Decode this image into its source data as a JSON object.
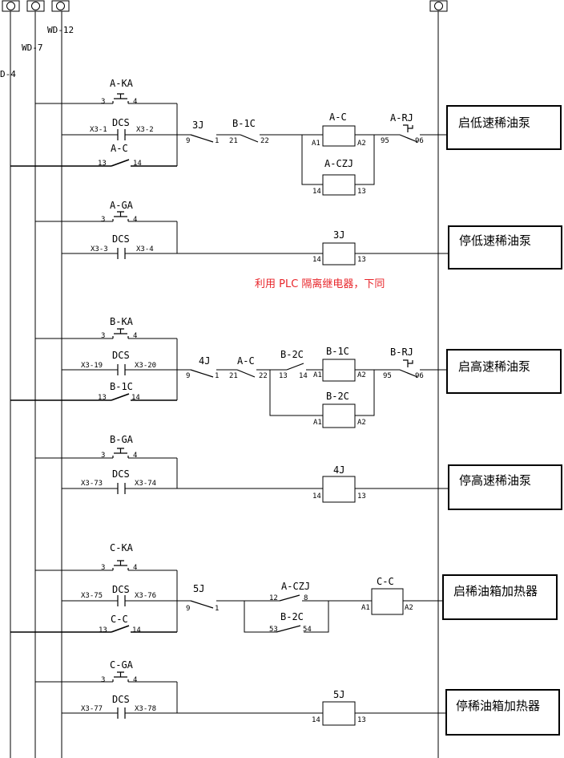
{
  "bus_labels": {
    "wd12": "WD-12",
    "wd7": "WD-7",
    "wd4": "D-4"
  },
  "note": "利用 PLC 隔离继电器，下同",
  "colors": {
    "line": "#000000",
    "note": "#e8262b"
  },
  "rungs": [
    {
      "function": "启低速稀油泵",
      "pushbutton": {
        "tag": "A-KA",
        "t1": "3",
        "t2": "4"
      },
      "dcs": {
        "tag": "DCS",
        "t1": "X3-1",
        "t2": "X3-2"
      },
      "seal_in": {
        "tag": "A-C",
        "t1": "13",
        "t2": "14"
      },
      "contacts": [
        {
          "tag": "3J",
          "t1": "9",
          "t2": "1"
        },
        {
          "tag": "B-1C",
          "t1": "21",
          "t2": "22"
        },
        {
          "tag": "A-RJ",
          "t1": "95",
          "t2": "96"
        }
      ],
      "coils": [
        {
          "tag": "A-C",
          "t1": "A1",
          "t2": "A2"
        },
        {
          "tag": "A-CZJ",
          "t1": "14",
          "t2": "13"
        }
      ]
    },
    {
      "function": "停低速稀油泵",
      "pushbutton": {
        "tag": "A-GA",
        "t1": "3",
        "t2": "4"
      },
      "dcs": {
        "tag": "DCS",
        "t1": "X3-3",
        "t2": "X3-4"
      },
      "coils": [
        {
          "tag": "3J",
          "t1": "14",
          "t2": "13"
        }
      ]
    },
    {
      "function": "启高速稀油泵",
      "pushbutton": {
        "tag": "B-KA",
        "t1": "3",
        "t2": "4"
      },
      "dcs": {
        "tag": "DCS",
        "t1": "X3-19",
        "t2": "X3-20"
      },
      "seal_in": {
        "tag": "B-1C",
        "t1": "13",
        "t2": "14"
      },
      "contacts": [
        {
          "tag": "4J",
          "t1": "9",
          "t2": "1"
        },
        {
          "tag": "A-C",
          "t1": "21",
          "t2": "22"
        },
        {
          "tag": "B-2C",
          "t1": "13",
          "t2": "14"
        },
        {
          "tag": "B-RJ",
          "t1": "95",
          "t2": "96"
        }
      ],
      "coils": [
        {
          "tag": "B-1C",
          "t1": "A1",
          "t2": "A2"
        },
        {
          "tag": "B-2C",
          "t1": "A1",
          "t2": "A2"
        }
      ]
    },
    {
      "function": "停高速稀油泵",
      "pushbutton": {
        "tag": "B-GA",
        "t1": "3",
        "t2": "4"
      },
      "dcs": {
        "tag": "DCS",
        "t1": "X3-73",
        "t2": "X3-74"
      },
      "coils": [
        {
          "tag": "4J",
          "t1": "14",
          "t2": "13"
        }
      ]
    },
    {
      "function": "启稀油箱加热器",
      "pushbutton": {
        "tag": "C-KA",
        "t1": "3",
        "t2": "4"
      },
      "dcs": {
        "tag": "DCS",
        "t1": "X3-75",
        "t2": "X3-76"
      },
      "seal_in": {
        "tag": "C-C",
        "t1": "13",
        "t2": "14"
      },
      "contacts": [
        {
          "tag": "5J",
          "t1": "9",
          "t2": "1"
        },
        {
          "tag": "A-CZJ",
          "t1": "12",
          "t2": "8"
        },
        {
          "tag": "B-2C",
          "t1": "53",
          "t2": "54"
        }
      ],
      "coils": [
        {
          "tag": "C-C",
          "t1": "A1",
          "t2": "A2"
        }
      ]
    },
    {
      "function": "停稀油箱加热器",
      "pushbutton": {
        "tag": "C-GA",
        "t1": "3",
        "t2": "4"
      },
      "dcs": {
        "tag": "DCS",
        "t1": "X3-77",
        "t2": "X3-78"
      },
      "coils": [
        {
          "tag": "5J",
          "t1": "14",
          "t2": "13"
        }
      ]
    }
  ]
}
